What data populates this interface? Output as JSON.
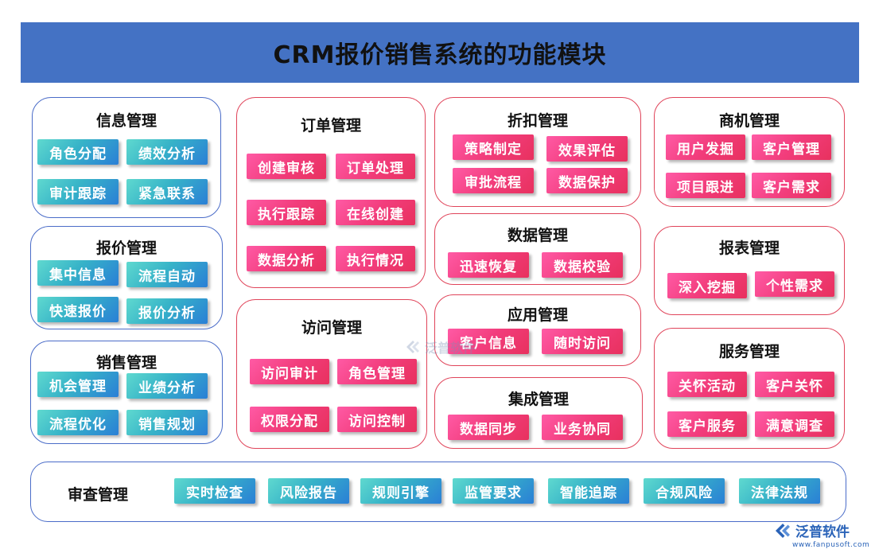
{
  "title": "CRM报价销售系统的功能模块",
  "groups": {
    "info": {
      "title": "信息管理",
      "items": [
        "角色分配",
        "绩效分析",
        "审计跟踪",
        "紧急联系"
      ]
    },
    "quote": {
      "title": "报价管理",
      "items": [
        "集中信息",
        "流程自动",
        "快速报价",
        "报价分析"
      ]
    },
    "sales": {
      "title": "销售管理",
      "items": [
        "机会管理",
        "业绩分析",
        "流程优化",
        "销售规划"
      ]
    },
    "order": {
      "title": "订单管理",
      "items": [
        "创建审核",
        "订单处理",
        "执行跟踪",
        "在线创建",
        "数据分析",
        "执行情况"
      ]
    },
    "visit": {
      "title": "访问管理",
      "items": [
        "访问审计",
        "角色管理",
        "权限分配",
        "访问控制"
      ]
    },
    "discount": {
      "title": "折扣管理",
      "items": [
        "策略制定",
        "效果评估",
        "审批流程",
        "数据保护"
      ]
    },
    "data": {
      "title": "数据管理",
      "items": [
        "迅速恢复",
        "数据校验"
      ]
    },
    "app": {
      "title": "应用管理",
      "items": [
        "客户信息",
        "随时访问"
      ]
    },
    "integration": {
      "title": "集成管理",
      "items": [
        "数据同步",
        "业务协同"
      ]
    },
    "opportunity": {
      "title": "商机管理",
      "items": [
        "用户发掘",
        "客户管理",
        "项目跟进",
        "客户需求"
      ]
    },
    "report": {
      "title": "报表管理",
      "items": [
        "深入挖掘",
        "个性需求"
      ]
    },
    "service": {
      "title": "服务管理",
      "items": [
        "关怀活动",
        "客户关怀",
        "客户服务",
        "满意调查"
      ]
    },
    "audit": {
      "title": "审查管理",
      "items": [
        "实时检查",
        "风险报告",
        "规则引擎",
        "监管要求",
        "智能追踪",
        "合规风险",
        "法律法规"
      ]
    }
  },
  "watermark": "泛普软件",
  "brand": {
    "name": "泛普软件",
    "url": "www.fanpusoft.com"
  },
  "colors": {
    "banner": "#4472c4",
    "blue_border": "#4a6cc8",
    "red_border": "#e0445a",
    "teal_pill": "#37b3c8",
    "pink_pill": "#f23d7c"
  }
}
